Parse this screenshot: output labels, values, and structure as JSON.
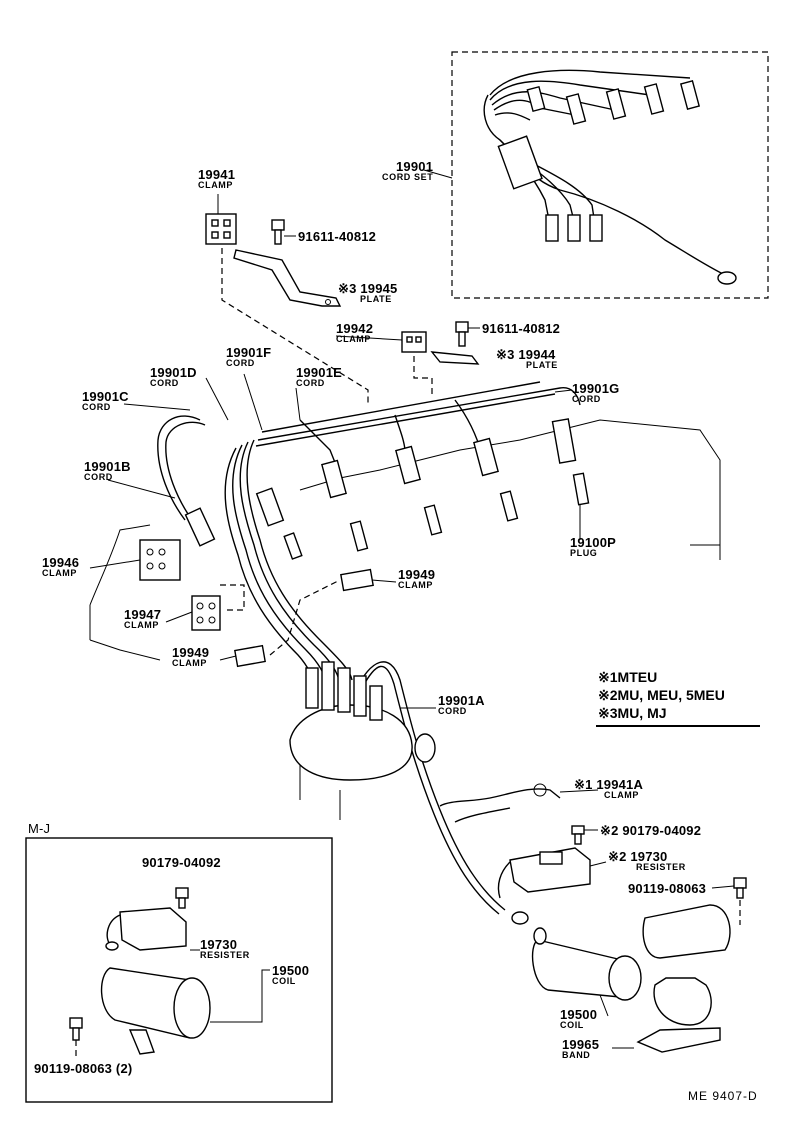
{
  "labels": {
    "p19941": {
      "num": "19941",
      "name": "CLAMP"
    },
    "p91611a": {
      "num": "91611-40812"
    },
    "p19945": {
      "num": "※3 19945",
      "name": "PLATE"
    },
    "p19901": {
      "num": "19901",
      "name": "CORD SET"
    },
    "p19942": {
      "num": "19942",
      "name": "CLAMP"
    },
    "p91611b": {
      "num": "91611-40812"
    },
    "p19944": {
      "num": "※3 19944",
      "name": "PLATE"
    },
    "p19901F": {
      "num": "19901F",
      "name": "CORD"
    },
    "p19901D": {
      "num": "19901D",
      "name": "CORD"
    },
    "p19901E": {
      "num": "19901E",
      "name": "CORD"
    },
    "p19901C": {
      "num": "19901C",
      "name": "CORD"
    },
    "p19901G": {
      "num": "19901G",
      "name": "CORD"
    },
    "p19901B": {
      "num": "19901B",
      "name": "CORD"
    },
    "p19946": {
      "num": "19946",
      "name": "CLAMP"
    },
    "p19949a": {
      "num": "19949",
      "name": "CLAMP"
    },
    "p19100P": {
      "num": "19100P",
      "name": "PLUG"
    },
    "p19947": {
      "num": "19947",
      "name": "CLAMP"
    },
    "p19949b": {
      "num": "19949",
      "name": "CLAMP"
    },
    "p19901A": {
      "num": "19901A",
      "name": "CORD"
    },
    "p19941A": {
      "num": "※1 19941A",
      "name": "CLAMP"
    },
    "p90179b": {
      "num": "※2 90179-04092"
    },
    "p19730b": {
      "num": "※2 19730",
      "name": "RESISTER"
    },
    "p90119b": {
      "num": "90119-08063"
    },
    "p19500b": {
      "num": "19500",
      "name": "COIL"
    },
    "p19965": {
      "num": "19965",
      "name": "BAND"
    },
    "mj_title": {
      "num": "M-J"
    },
    "p90179a": {
      "num": "90179-04092"
    },
    "p19730a": {
      "num": "19730",
      "name": "RESISTER"
    },
    "p19500a": {
      "num": "19500",
      "name": "COIL"
    },
    "p90119a": {
      "num": "90119-08063 (2)"
    }
  },
  "legend": [
    {
      "mark": "※1",
      "text": "MTEU"
    },
    {
      "mark": "※2",
      "text": "MU, MEU, 5MEU"
    },
    {
      "mark": "※3",
      "text": "MU, MJ"
    }
  ],
  "footer": "ME  9407-D"
}
